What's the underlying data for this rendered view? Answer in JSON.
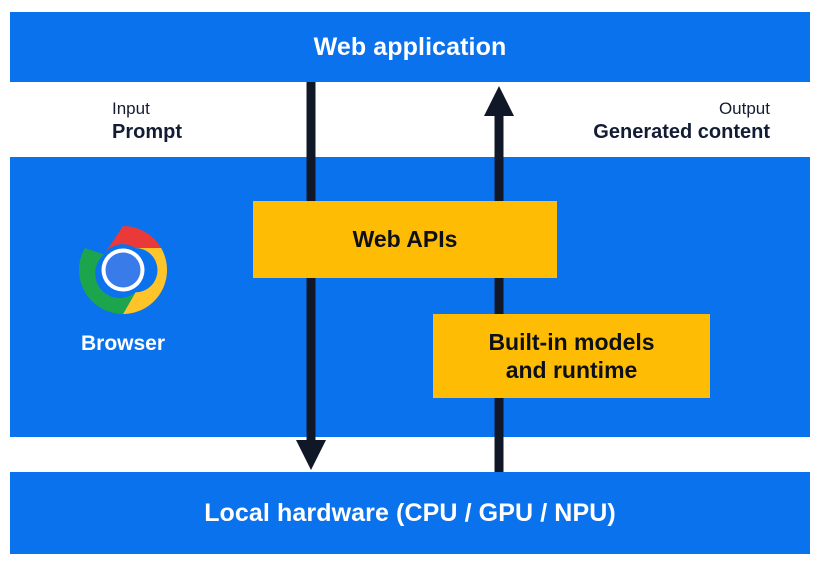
{
  "diagram": {
    "title": "Web application",
    "layers": [
      {
        "id": "web-application",
        "label": "Web application"
      },
      {
        "id": "browser",
        "label": "Browser"
      },
      {
        "id": "local-hardware",
        "label": "Local hardware (CPU / GPU / NPU)"
      }
    ],
    "components": [
      {
        "id": "web-apis",
        "label": "Web APIs"
      },
      {
        "id": "built-in-models",
        "label": "Built-in models\nand runtime",
        "line1": "Built-in models",
        "line2": "and runtime"
      }
    ],
    "flows": [
      {
        "id": "input",
        "kind": "Input",
        "value": "Prompt",
        "direction": "down"
      },
      {
        "id": "output",
        "kind": "Output",
        "value": "Generated content",
        "direction": "up"
      }
    ],
    "icons": {
      "browser": "chrome-logo-icon"
    },
    "colors": {
      "band_blue": "#0B72EE",
      "component_yellow": "#FFBC05",
      "arrow_dark": "#101828",
      "note_text": "#131c33",
      "band_text": "#FFFFFF",
      "chrome_red": "#EA3939",
      "chrome_yellow": "#FFC429",
      "chrome_green": "#1CA54C",
      "chrome_blue": "#3A7BEA",
      "background": "#FFFFFF"
    }
  }
}
